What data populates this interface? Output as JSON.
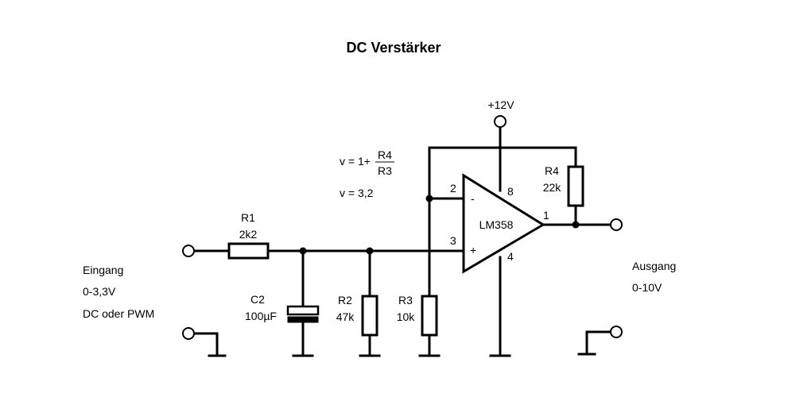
{
  "title": "DC Verstärker",
  "supply": "+12V",
  "formula": {
    "prefix": "v = 1+",
    "numerator": "R4",
    "denominator": "R3"
  },
  "gain": "v = 3,2",
  "opamp": {
    "name": "LM358",
    "pins": {
      "inv": "2",
      "noninv": "3",
      "out": "1",
      "vcc": "8",
      "gnd": "4"
    },
    "minus": "-",
    "plus": "+"
  },
  "r1": {
    "name": "R1",
    "value": "2k2"
  },
  "r2": {
    "name": "R2",
    "value": "47k"
  },
  "r3": {
    "name": "R3",
    "value": "10k"
  },
  "r4": {
    "name": "R4",
    "value": "22k"
  },
  "c2": {
    "name": "C2",
    "value": "100µF"
  },
  "input": {
    "label": "Eingang",
    "range": "0-3,3V",
    "type": "DC oder PWM"
  },
  "output": {
    "label": "Ausgang",
    "range": "0-10V"
  }
}
